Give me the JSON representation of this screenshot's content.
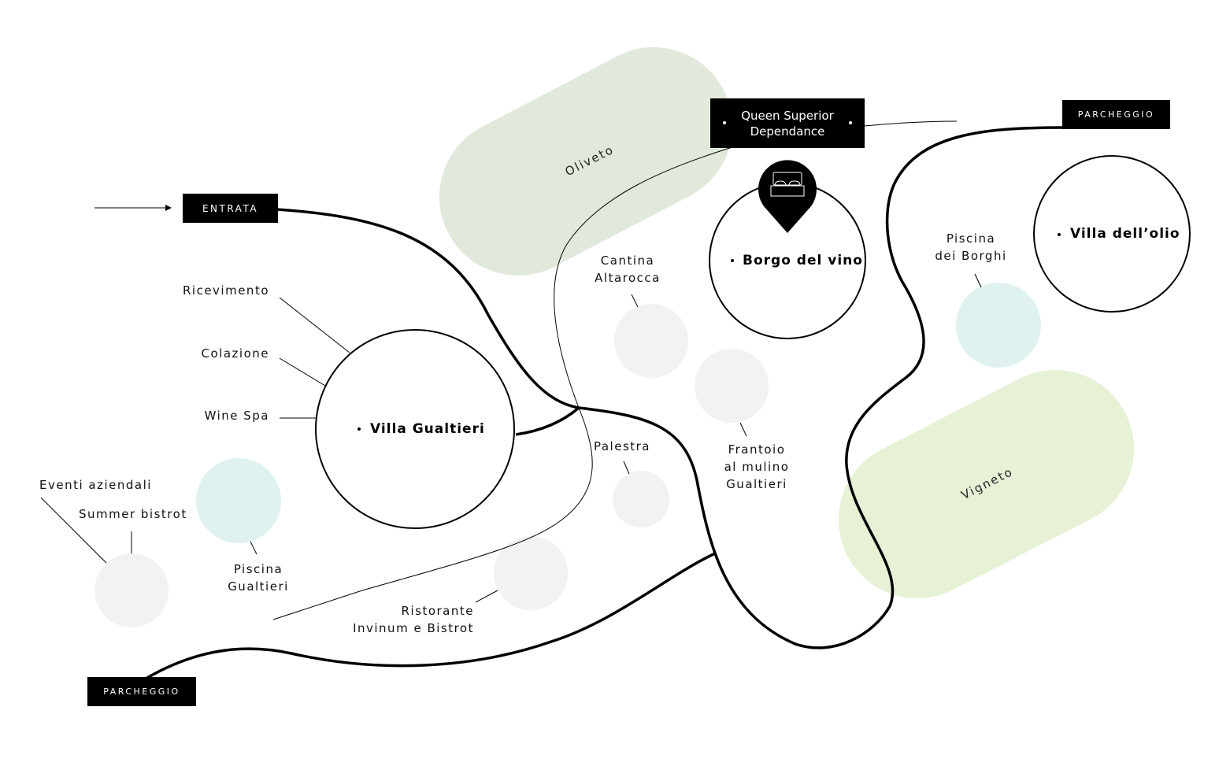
{
  "colors": {
    "oliveto": "#e1e9dc",
    "vigneto": "#e6f1d5",
    "pool": "#dff2f0",
    "spot": "#f2f2f2",
    "ink": "#000000"
  },
  "tags": {
    "entrata": "ENTRATA",
    "parcheggio_top": "PARCHEGGIO",
    "parcheggio_bottom": "PARCHEGGIO",
    "queen_line1": "Queen Superior",
    "queen_line2": "Dependance"
  },
  "buildings": {
    "villa_gualtieri": "Villa Gualtieri",
    "borgo": "Borgo del vino",
    "villa_olio": "Villa dell’olio"
  },
  "zones": {
    "oliveto": "Oliveto",
    "vigneto": "Vigneto"
  },
  "labels": {
    "ricevimento": "Ricevimento",
    "colazione": "Colazione",
    "wine_spa": "Wine Spa",
    "eventi": "Eventi aziendali",
    "summer": "Summer bistrot",
    "piscina_g1": "Piscina",
    "piscina_g2": "Gualtieri",
    "cantina1": "Cantina",
    "cantina2": "Altarocca",
    "palestra": "Palestra",
    "frantoio1": "Frantoio",
    "frantoio2": "al mulino",
    "frantoio3": "Gualtieri",
    "ristorante1": "Ristorante",
    "ristorante2": "Invinum e Bistrot",
    "piscina_b1": "Piscina",
    "piscina_b2": "dei Borghi"
  },
  "icons": {
    "pin": "bed-pin-icon",
    "arrow": "entrance-arrow-icon"
  }
}
